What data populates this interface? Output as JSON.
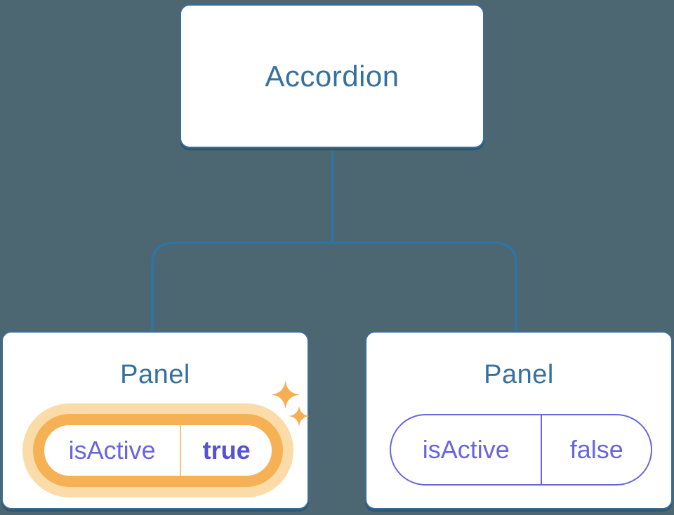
{
  "diagram": {
    "title_hint": "component tree with state",
    "root": {
      "label": "Accordion"
    },
    "panels": [
      {
        "label": "Panel",
        "state_name": "isActive",
        "state_value": "true",
        "active": true,
        "highlight": "orange ring with sparkles"
      },
      {
        "label": "Panel",
        "state_name": "isActive",
        "state_value": "false",
        "active": false
      }
    ]
  },
  "icons": {
    "sparkle": "four-pointed-star"
  },
  "colors": {
    "background": "#4c6771",
    "node_background": "#ffffff",
    "node_border": "#3a6d99",
    "node_shadow": "#1b4c6a",
    "connector_line": "#2e74a6",
    "title_text": "#35719f",
    "state_text": "#6965e1",
    "state_value_active_text": "#5751d5",
    "active_ring": "#f7b155",
    "active_glow": "#fbdca8",
    "active_divider": "#f7c379",
    "sparkle": "#f5ae53"
  }
}
